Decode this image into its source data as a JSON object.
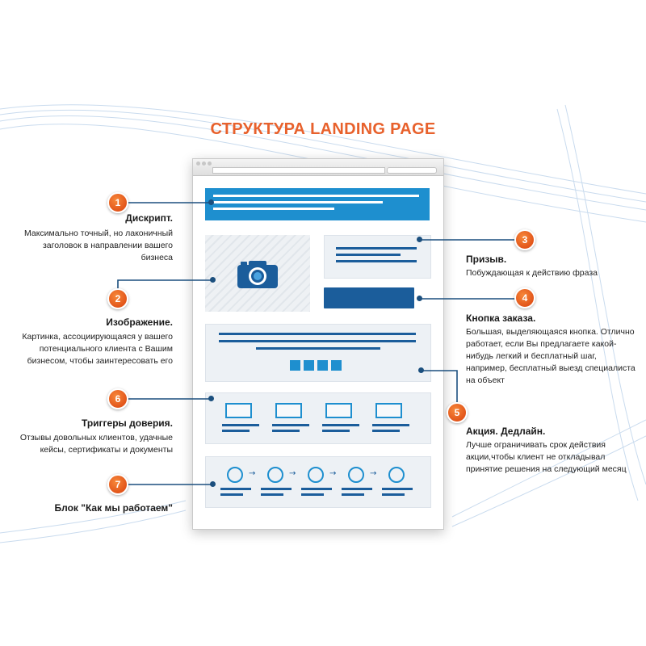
{
  "title": "СТРУКТУРА LANDING PAGE",
  "colors": {
    "accent_orange": "#e8612c",
    "brand_blue": "#1e8fcf",
    "dark_blue": "#1b5d9b",
    "leader_line": "#1b4f7e"
  },
  "callouts": [
    {
      "number": "1",
      "title": "Дискрипт.",
      "description": "Максимально точный, но лаконичный заголовок в направлении вашего бизнеса"
    },
    {
      "number": "2",
      "title": "Изображение.",
      "description": "Картинка, ассоциирующаяся у вашего потенциального клиента с Вашим бизнесом, чтобы заинтересовать его"
    },
    {
      "number": "3",
      "title": "Призыв.",
      "description": "Побуждающая к действию фраза"
    },
    {
      "number": "4",
      "title": "Кнопка заказа.",
      "description": "Большая, выделяющаяся кнопка. Отлично работает, если Вы предлагаете какой-нибудь легкий и бесплатный шаг, например, бесплатный выезд специалиста на объект"
    },
    {
      "number": "5",
      "title": "Акция. Дедлайн.",
      "description": "Лучше ограничивать срок действия акции,чтобы клиент не откладывал принятие решения на следующий месяц"
    },
    {
      "number": "6",
      "title": "Триггеры доверия.",
      "description": "Отзывы довольных клиентов, удачные кейсы, сертификаты и документы"
    },
    {
      "number": "7",
      "title": "Блок \"Как мы работаем\"",
      "description": ""
    }
  ],
  "icons": {
    "camera": "camera-icon",
    "arrow": "arrow-right-icon"
  }
}
